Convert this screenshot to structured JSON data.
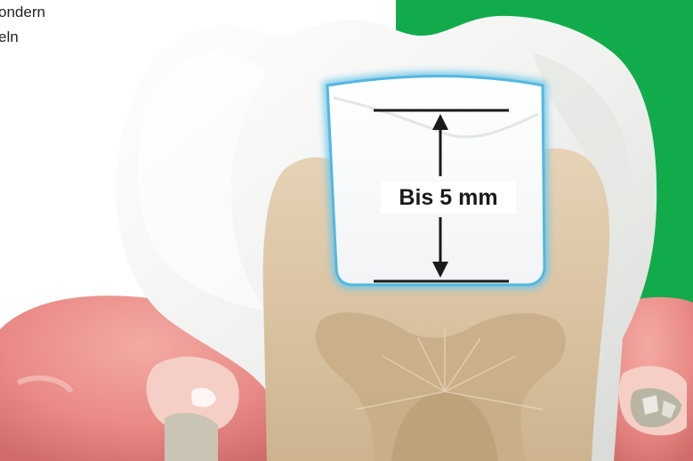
{
  "intro": {
    "line1": "ondern",
    "line2": "eln"
  },
  "measurement": {
    "label": "Bis 5 mm"
  },
  "colors": {
    "panel": "#12ab4c",
    "enamel": "#f4f5f3",
    "dentin": "#dcc7a6",
    "gum": "#e98a86",
    "filling_glow": "#6fc6e8"
  }
}
